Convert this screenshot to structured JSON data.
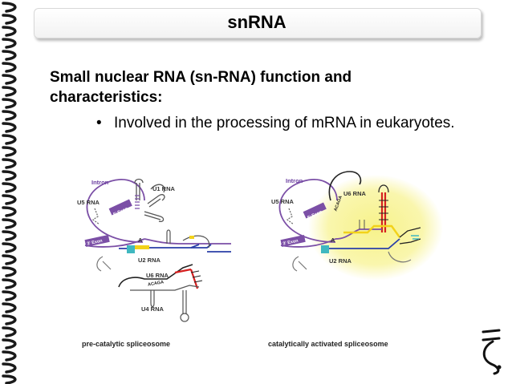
{
  "slide": {
    "title": "snRNA",
    "heading": "Small nuclear RNA (sn-RNA) function and characteristics:",
    "bullets": [
      "Involved in the processing of mRNA in eukaryotes."
    ]
  },
  "figure": {
    "left_panel": {
      "caption": "pre-catalytic spliceosome",
      "labels": {
        "intron": "Intron",
        "u1": "U1 RNA",
        "u5": "U5 RNA",
        "exon5": "5' Exon",
        "exon3": "3' Exon",
        "branch_a": "A",
        "u2": "U2 RNA",
        "u6": "U6 RNA",
        "acaga": "ACAGA",
        "u4": "U4 RNA"
      }
    },
    "right_panel": {
      "caption": "catalytically activated spliceosome",
      "labels": {
        "intron": "Intron",
        "u5": "U5 RNA",
        "exon5": "5' Exon",
        "exon3": "3' Exon",
        "branch_a": "A",
        "u6": "U6 RNA",
        "acaga": "ACAGA",
        "u2": "U2 RNA"
      }
    }
  },
  "colors": {
    "intron": "#7b4fa6",
    "u1": "#555555",
    "u2": "#2a3fa8",
    "u6": "#d62020",
    "yellow": "#f2d21a",
    "cyan": "#3fb8c0",
    "highlight": "#f7f28a"
  }
}
